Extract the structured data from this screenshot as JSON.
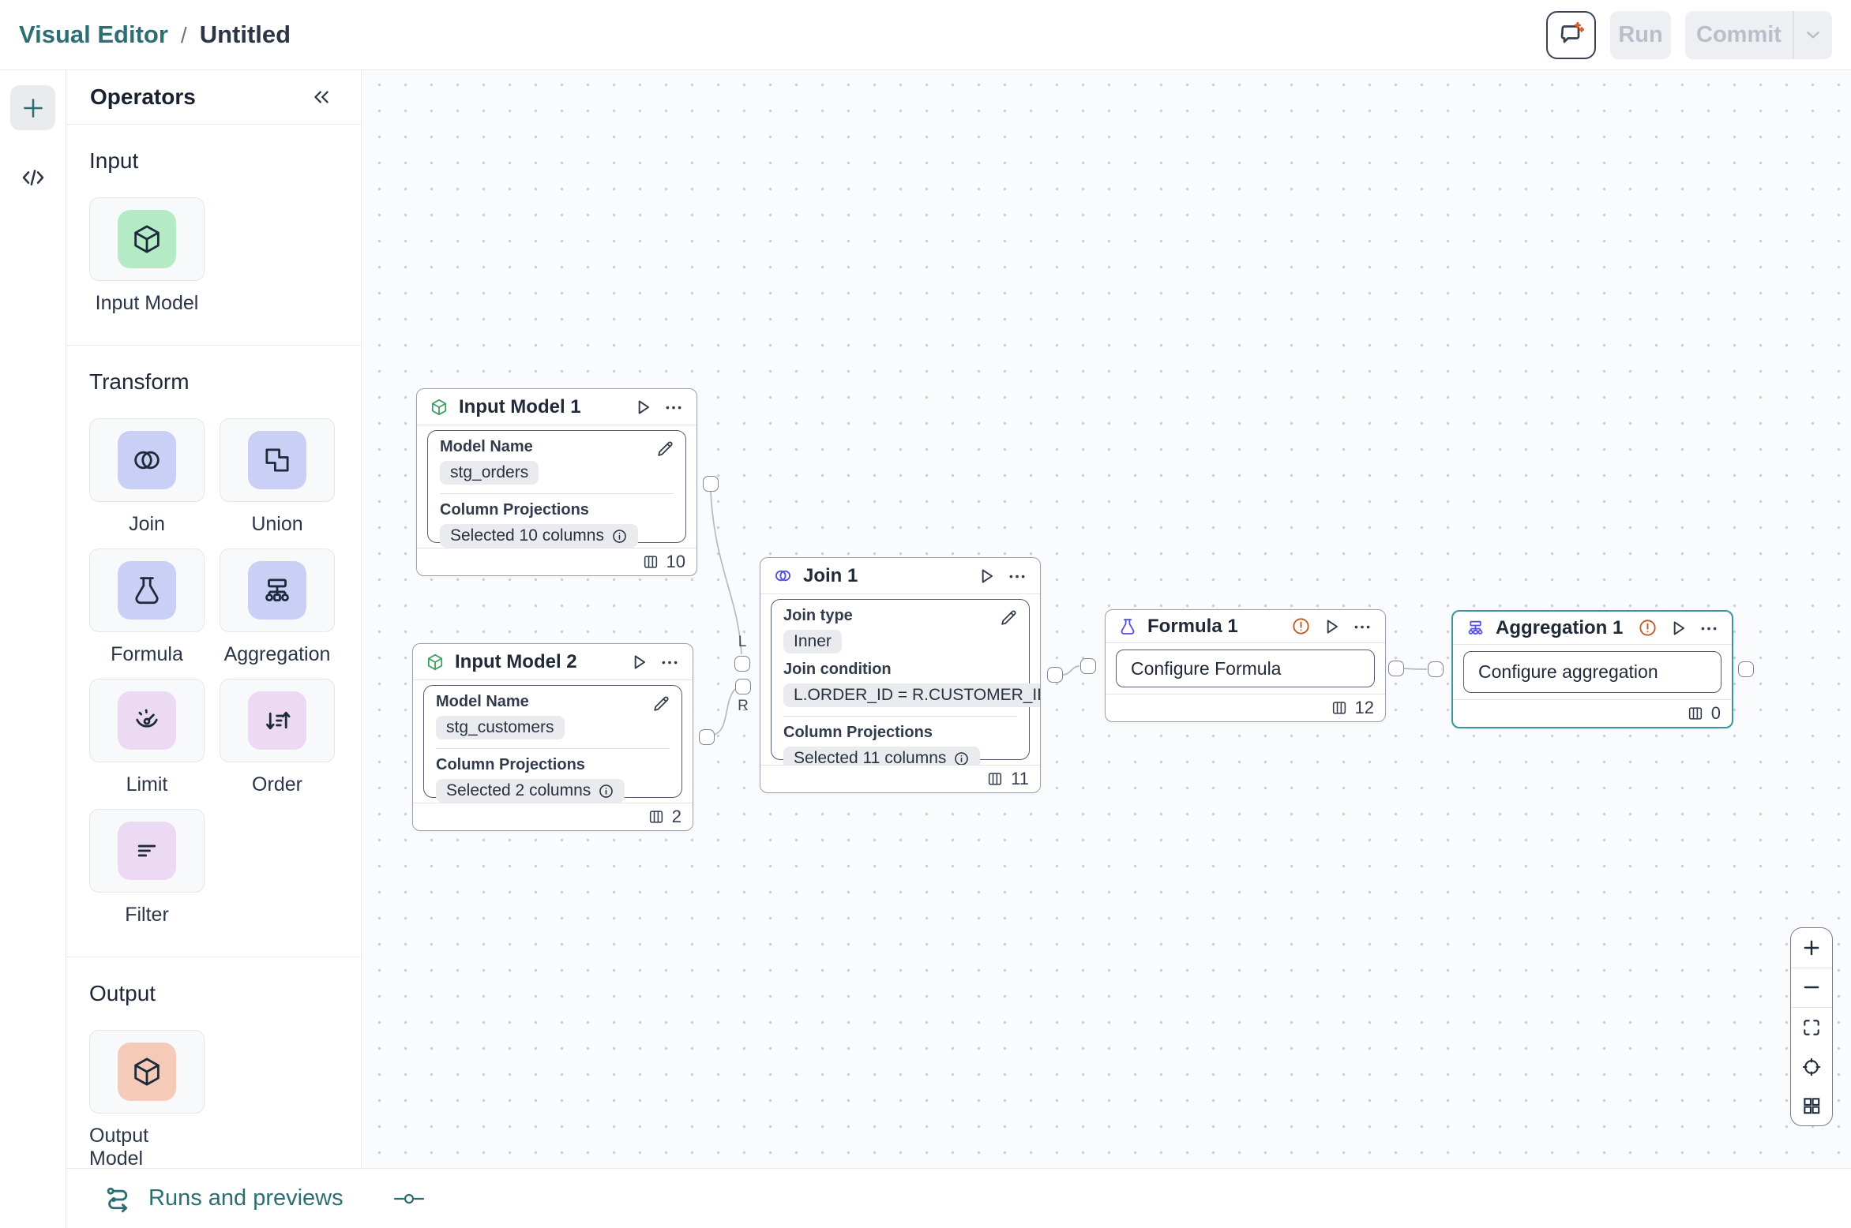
{
  "header": {
    "breadcrumb": {
      "app": "Visual Editor",
      "separator": "/",
      "title": "Untitled"
    },
    "run_label": "Run",
    "commit_label": "Commit"
  },
  "sidebar": {
    "title": "Operators",
    "sections": [
      {
        "label": "Input",
        "items": [
          {
            "label": "Input Model",
            "icon": "cube-icon",
            "tile_color": "#b5ebc4"
          }
        ]
      },
      {
        "label": "Transform",
        "items": [
          {
            "label": "Join",
            "icon": "join-circles-icon",
            "tile_color": "#c9cff5"
          },
          {
            "label": "Union",
            "icon": "union-squares-icon",
            "tile_color": "#c9cff5"
          },
          {
            "label": "Formula",
            "icon": "flask-icon",
            "tile_color": "#c9cff5"
          },
          {
            "label": "Aggregation",
            "icon": "sitemap-icon",
            "tile_color": "#c9cff5"
          },
          {
            "label": "Limit",
            "icon": "gauge-icon",
            "tile_color": "#ecd9f4"
          },
          {
            "label": "Order",
            "icon": "sort-arrows-icon",
            "tile_color": "#ecd9f4"
          },
          {
            "label": "Filter",
            "icon": "filter-lines-icon",
            "tile_color": "#ecd9f4"
          }
        ]
      },
      {
        "label": "Output",
        "items": [
          {
            "label": "Output Model",
            "icon": "cube-icon",
            "tile_color": "#f6cab9"
          }
        ]
      }
    ]
  },
  "canvas": {
    "nodes": [
      {
        "title": "Input Model 1",
        "icon": "cube-icon",
        "fields": [
          {
            "label": "Model Name",
            "value": "stg_orders"
          },
          {
            "label": "Column Projections",
            "value": "Selected 10 columns"
          }
        ],
        "column_count": "10"
      },
      {
        "title": "Input Model 2",
        "icon": "cube-icon",
        "fields": [
          {
            "label": "Model Name",
            "value": "stg_customers"
          },
          {
            "label": "Column Projections",
            "value": "Selected 2 columns"
          }
        ],
        "column_count": "2"
      },
      {
        "title": "Join 1",
        "icon": "join-circles-icon",
        "fields": [
          {
            "label": "Join type",
            "value": "Inner"
          },
          {
            "label": "Join condition",
            "value": "L.ORDER_ID = R.CUSTOMER_ID"
          },
          {
            "label": "Column Projections",
            "value": "Selected 11 columns"
          }
        ],
        "column_count": "11",
        "input_labels": {
          "left": "L",
          "right": "R"
        }
      },
      {
        "title": "Formula 1",
        "icon": "flask-icon",
        "button": "Configure Formula",
        "warning": true,
        "column_count": "12"
      },
      {
        "title": "Aggregation 1",
        "icon": "sitemap-icon",
        "button": "Configure aggregation",
        "warning": true,
        "column_count": "0",
        "selected": true
      }
    ]
  },
  "bottom_bar": {
    "label": "Runs and previews"
  },
  "zoom_toolbar": {
    "icons": [
      "zoom-in",
      "zoom-out",
      "fit-view",
      "locate",
      "minimap"
    ]
  },
  "colors": {
    "brand_teal": "#2d6e74",
    "selected_teal": "#3f939b",
    "warning_orange": "#c05a21",
    "node_green": "#3f9e63",
    "node_indigo": "#5551dc",
    "chip_bg": "#e9ebef",
    "canvas_bg": "#fafbfc"
  }
}
